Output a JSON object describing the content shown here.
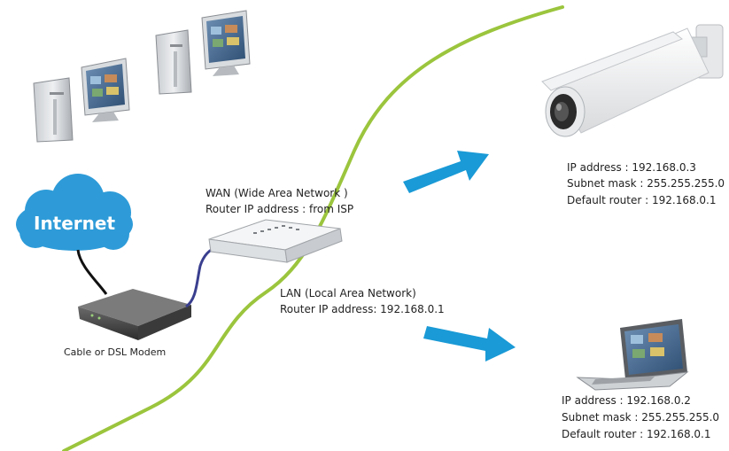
{
  "internet": {
    "label": "Internet"
  },
  "modem": {
    "label": "Cable or DSL Modem"
  },
  "wan": {
    "title": "WAN (Wide Area Network )",
    "router_ip": "Router IP address : from ISP"
  },
  "lan": {
    "title": "LAN (Local Area Network)",
    "router_ip": "Router IP address: 192.168.0.1"
  },
  "camera": {
    "ip": "IP address : 192.168.0.3",
    "subnet": "Subnet mask : 255.255.255.0",
    "gateway": "Default router : 192.168.0.1"
  },
  "laptop": {
    "ip": "IP address : 192.168.0.2",
    "subnet": "Subnet mask : 255.255.255.0",
    "gateway": "Default router : 192.168.0.1"
  },
  "colors": {
    "boundary_line": "#9bc53d",
    "arrow": "#1a9ad6",
    "cloud": "#2e9bd8",
    "cable": "#3a3f8f"
  }
}
